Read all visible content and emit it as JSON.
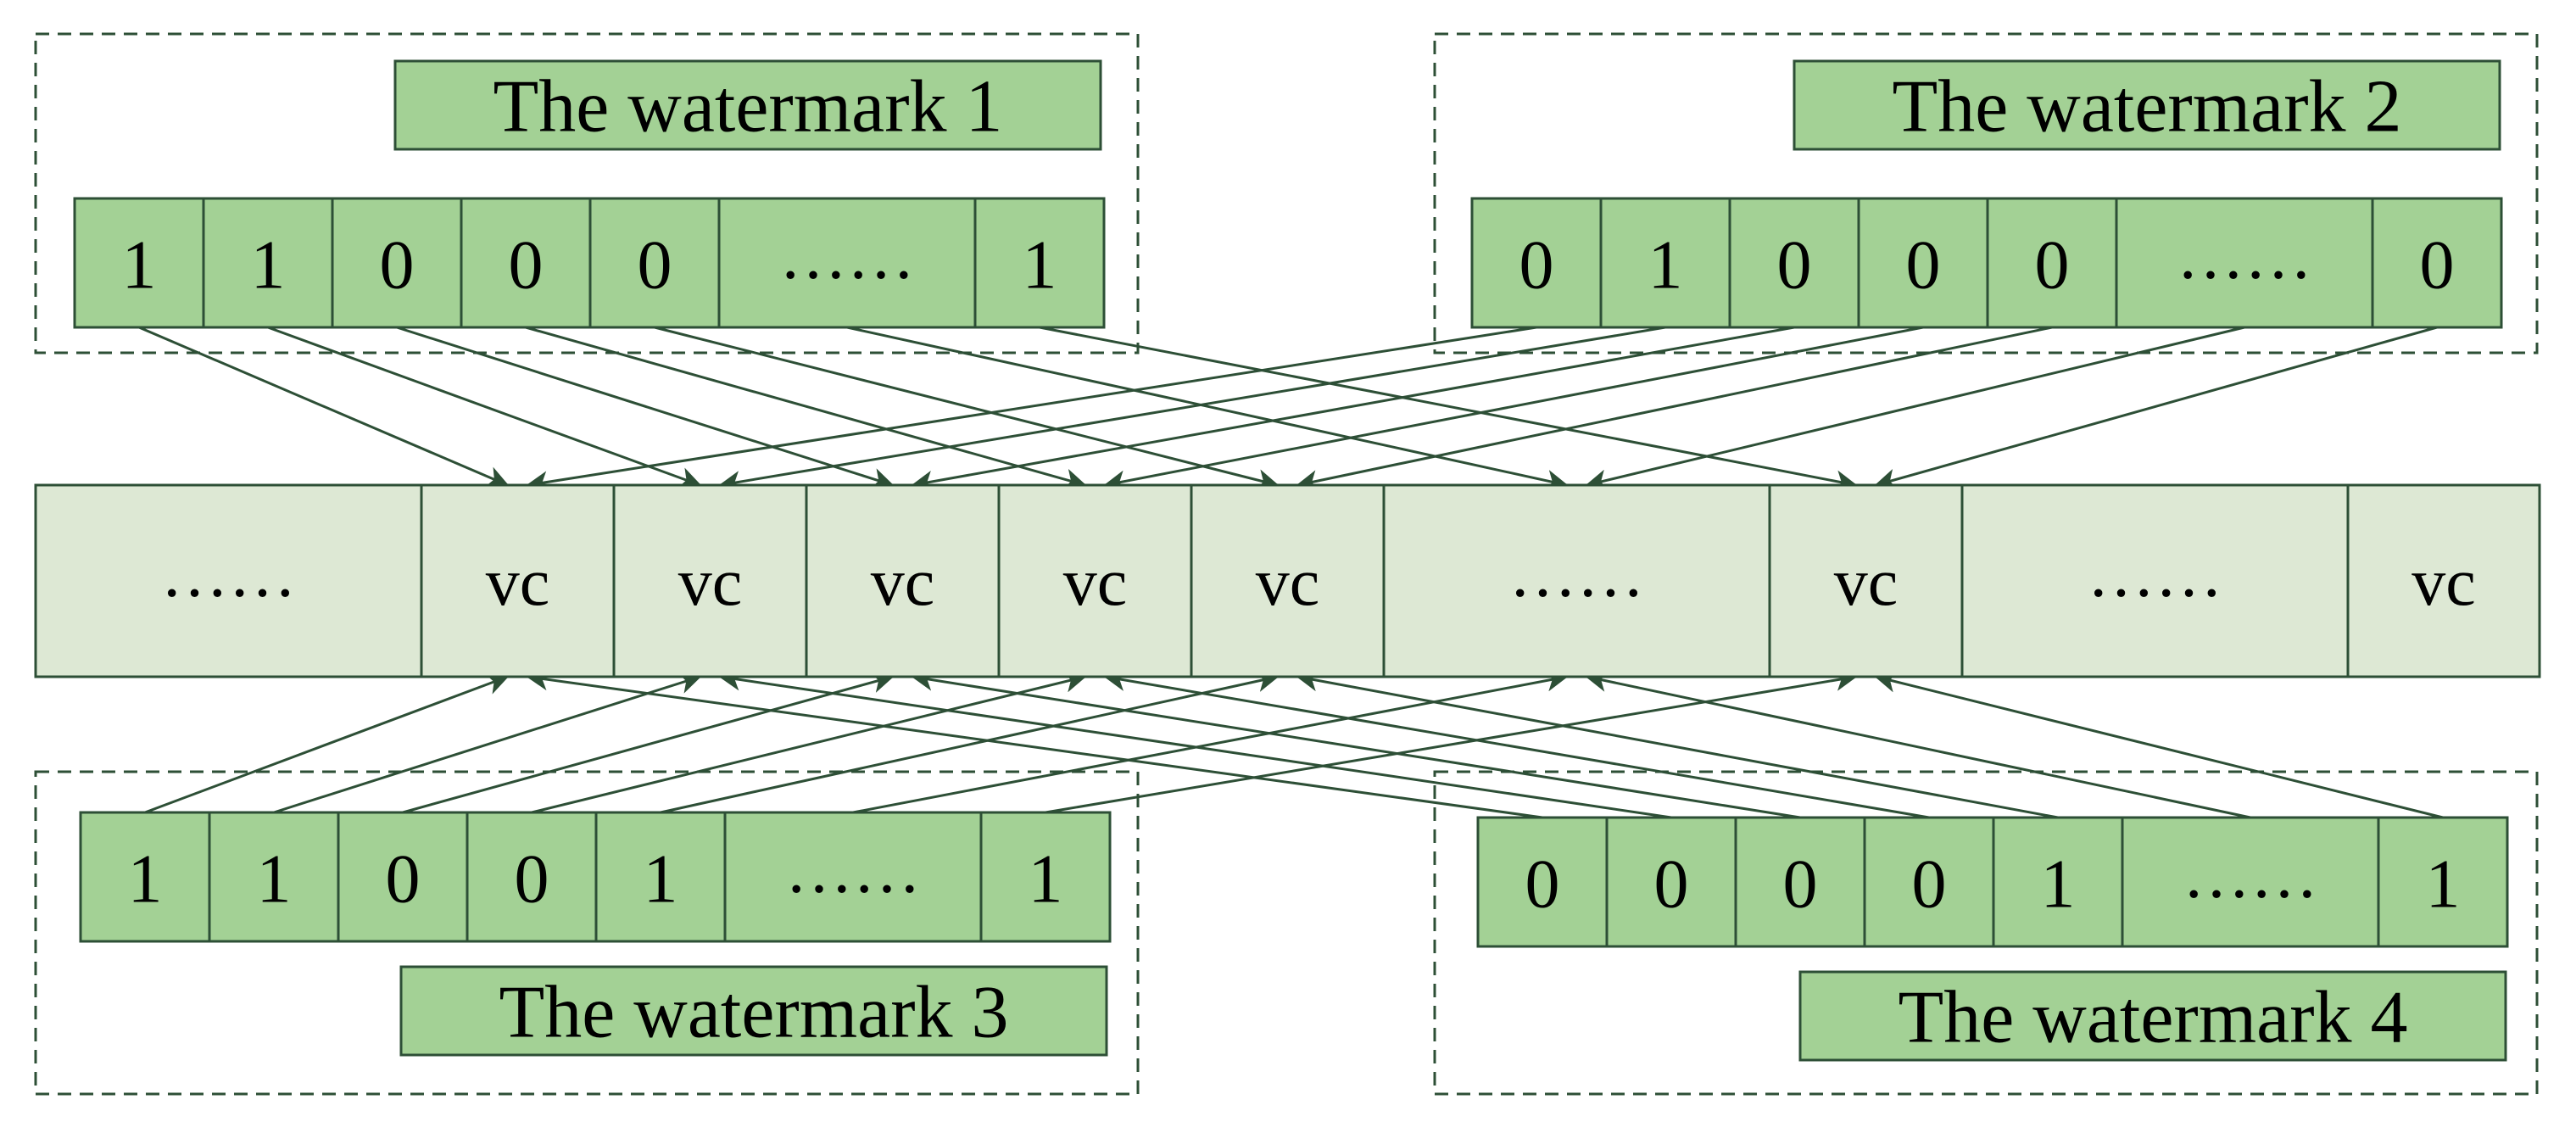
{
  "carrier": {
    "cells": [
      {
        "text": "……",
        "kind": "ellipsis"
      },
      {
        "text": "vc",
        "kind": "vc"
      },
      {
        "text": "vc",
        "kind": "vc"
      },
      {
        "text": "vc",
        "kind": "vc"
      },
      {
        "text": "vc",
        "kind": "vc"
      },
      {
        "text": "vc",
        "kind": "vc"
      },
      {
        "text": "……",
        "kind": "ellipsis"
      },
      {
        "text": "vc",
        "kind": "vc"
      },
      {
        "text": "……",
        "kind": "ellipsis"
      },
      {
        "text": "vc",
        "kind": "vc"
      }
    ]
  },
  "watermarks": [
    {
      "title": "The watermark 1",
      "bits": [
        "1",
        "1",
        "0",
        "0",
        "0",
        "……",
        "1"
      ]
    },
    {
      "title": "The watermark 2",
      "bits": [
        "0",
        "1",
        "0",
        "0",
        "0",
        "……",
        "0"
      ]
    },
    {
      "title": "The watermark 3",
      "bits": [
        "1",
        "1",
        "0",
        "0",
        "1",
        "……",
        "1"
      ]
    },
    {
      "title": "The watermark 4",
      "bits": [
        "0",
        "0",
        "0",
        "0",
        "1",
        "……",
        "1"
      ]
    }
  ],
  "connections": [
    {
      "watermark": 1,
      "bit_index": 0,
      "carrier_index": 1
    },
    {
      "watermark": 1,
      "bit_index": 1,
      "carrier_index": 2
    },
    {
      "watermark": 1,
      "bit_index": 2,
      "carrier_index": 3
    },
    {
      "watermark": 1,
      "bit_index": 3,
      "carrier_index": 4
    },
    {
      "watermark": 1,
      "bit_index": 4,
      "carrier_index": 5
    },
    {
      "watermark": 1,
      "bit_index": 5,
      "carrier_index": 6
    },
    {
      "watermark": 1,
      "bit_index": 6,
      "carrier_index": 7
    },
    {
      "watermark": 2,
      "bit_index": 0,
      "carrier_index": 1
    },
    {
      "watermark": 2,
      "bit_index": 1,
      "carrier_index": 2
    },
    {
      "watermark": 2,
      "bit_index": 2,
      "carrier_index": 3
    },
    {
      "watermark": 2,
      "bit_index": 3,
      "carrier_index": 4
    },
    {
      "watermark": 2,
      "bit_index": 4,
      "carrier_index": 5
    },
    {
      "watermark": 2,
      "bit_index": 5,
      "carrier_index": 6
    },
    {
      "watermark": 2,
      "bit_index": 6,
      "carrier_index": 7
    },
    {
      "watermark": 3,
      "bit_index": 0,
      "carrier_index": 1
    },
    {
      "watermark": 3,
      "bit_index": 1,
      "carrier_index": 2
    },
    {
      "watermark": 3,
      "bit_index": 2,
      "carrier_index": 3
    },
    {
      "watermark": 3,
      "bit_index": 3,
      "carrier_index": 4
    },
    {
      "watermark": 3,
      "bit_index": 4,
      "carrier_index": 5
    },
    {
      "watermark": 3,
      "bit_index": 5,
      "carrier_index": 6
    },
    {
      "watermark": 3,
      "bit_index": 6,
      "carrier_index": 7
    },
    {
      "watermark": 4,
      "bit_index": 0,
      "carrier_index": 1
    },
    {
      "watermark": 4,
      "bit_index": 1,
      "carrier_index": 2
    },
    {
      "watermark": 4,
      "bit_index": 2,
      "carrier_index": 3
    },
    {
      "watermark": 4,
      "bit_index": 3,
      "carrier_index": 4
    },
    {
      "watermark": 4,
      "bit_index": 4,
      "carrier_index": 5
    },
    {
      "watermark": 4,
      "bit_index": 5,
      "carrier_index": 6
    },
    {
      "watermark": 4,
      "bit_index": 6,
      "carrier_index": 7
    }
  ],
  "colors": {
    "watermark_fill": "#a3d195",
    "carrier_fill": "#dde8d4",
    "stroke": "#2d4f36",
    "text": "#000000"
  }
}
